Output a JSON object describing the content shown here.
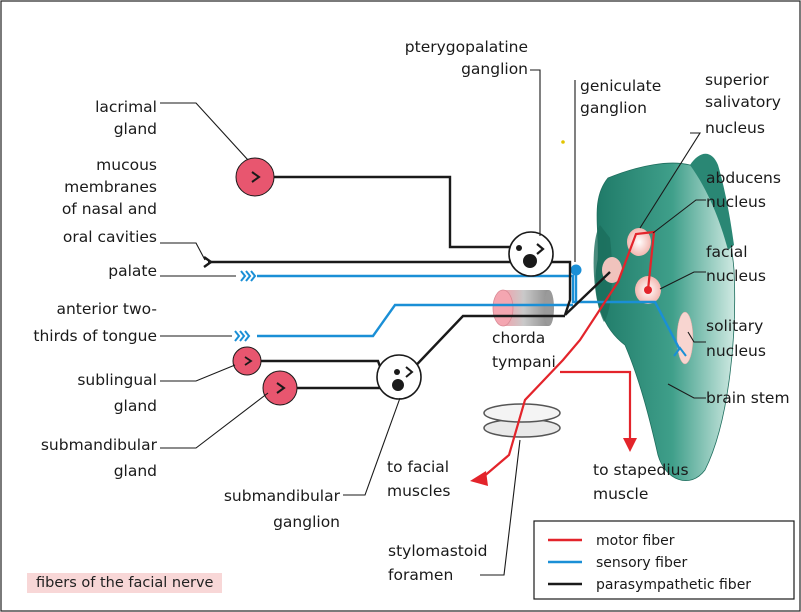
{
  "caption": "fibers of the facial nerve",
  "labels": {
    "lacrimal_1": "lacrimal",
    "lacrimal_2": "gland",
    "mucous_1": "mucous",
    "mucous_2": "membranes",
    "mucous_3": "of nasal and",
    "mucous_4": "oral cavities",
    "palate": "palate",
    "tongue_1": "anterior two-",
    "tongue_2": "thirds of tongue",
    "sublingual_1": "sublingual",
    "sublingual_2": "gland",
    "submandibular_gland_1": "submandibular",
    "submandibular_gland_2": "gland",
    "submandibular_ganglion_1": "submandibular",
    "submandibular_ganglion_2": "ganglion",
    "pterygopalatine_1": "pterygopalatine",
    "pterygopalatine_2": "ganglion",
    "geniculate_1": "geniculate",
    "geniculate_2": "ganglion",
    "superior_1": "superior",
    "superior_2": "salivatory",
    "superior_3": "nucleus",
    "abducens_1": "abducens",
    "abducens_2": "nucleus",
    "facial_1": "facial",
    "facial_2": "nucleus",
    "solitary_1": "solitary",
    "solitary_2": "nucleus",
    "brain_stem": "brain stem",
    "chorda_1": "chorda",
    "chorda_2": "tympani",
    "stylomastoid_1": "stylomastoid",
    "stylomastoid_2": "foramen",
    "to_facial_1": "to facial",
    "to_facial_2": "muscles",
    "to_stapedius_1": "to stapedius",
    "to_stapedius_2": "muscle"
  },
  "legend": [
    {
      "label": "motor fiber",
      "color": "#e3242b"
    },
    {
      "label": "sensory fiber",
      "color": "#1a8fd6"
    },
    {
      "label": "parasympathetic fiber",
      "color": "#1a1a1a"
    }
  ],
  "colors": {
    "motor": "#e3242b",
    "sensory": "#1a8fd6",
    "parasympathetic": "#1a1a1a",
    "gland": "#e8566f",
    "brainstem": "#2f8f7c",
    "caption_bg": "#f8d7d7"
  }
}
